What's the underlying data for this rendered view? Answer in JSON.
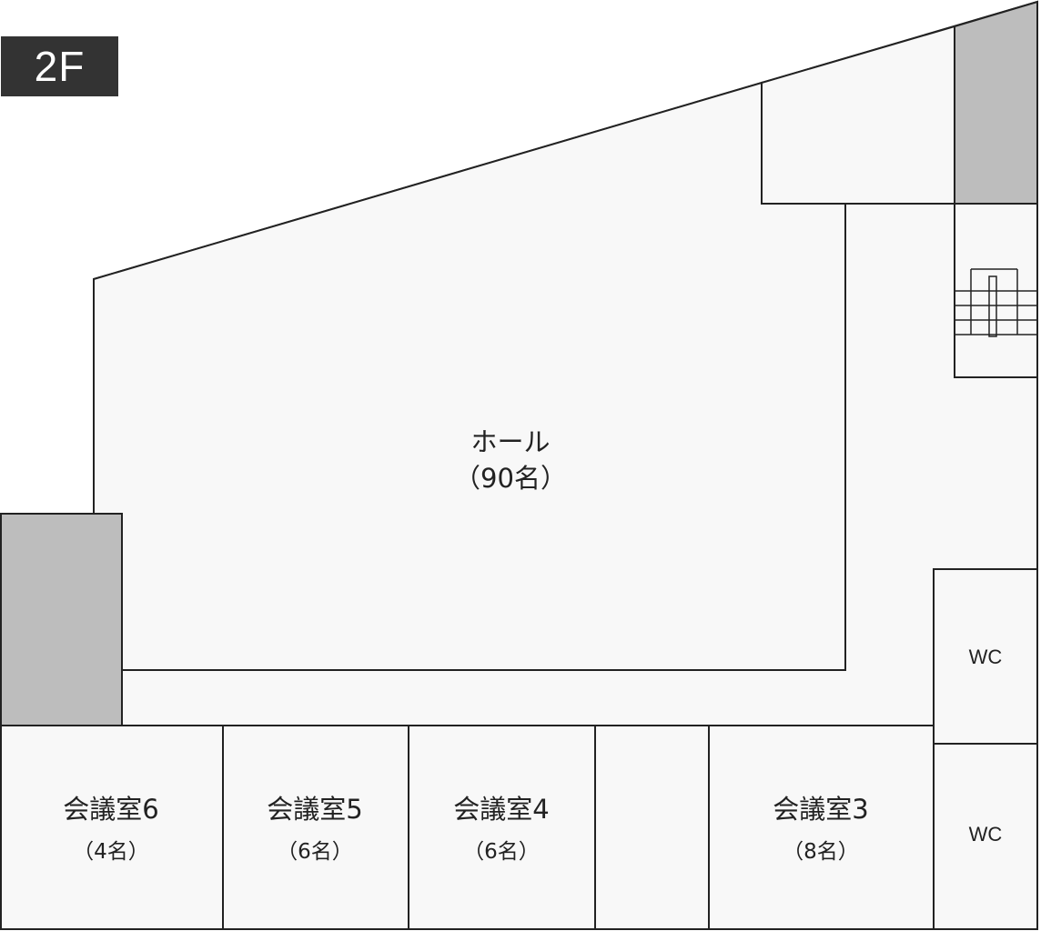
{
  "floor_label": "2F",
  "hall": {
    "name": "ホール",
    "capacity": "（90名）"
  },
  "rooms": [
    {
      "name": "会議室6",
      "capacity": "（4名）"
    },
    {
      "name": "会議室5",
      "capacity": "（6名）"
    },
    {
      "name": "会議室4",
      "capacity": "（6名）"
    },
    {
      "name": "会議室3",
      "capacity": "（8名）"
    }
  ],
  "restrooms": [
    {
      "name": "WC"
    },
    {
      "name": "WC"
    }
  ],
  "colors": {
    "badge": "#333333",
    "room_fill": "#f8f8f8",
    "shaded_area": "#bdbdbd",
    "wall": "#222222"
  }
}
